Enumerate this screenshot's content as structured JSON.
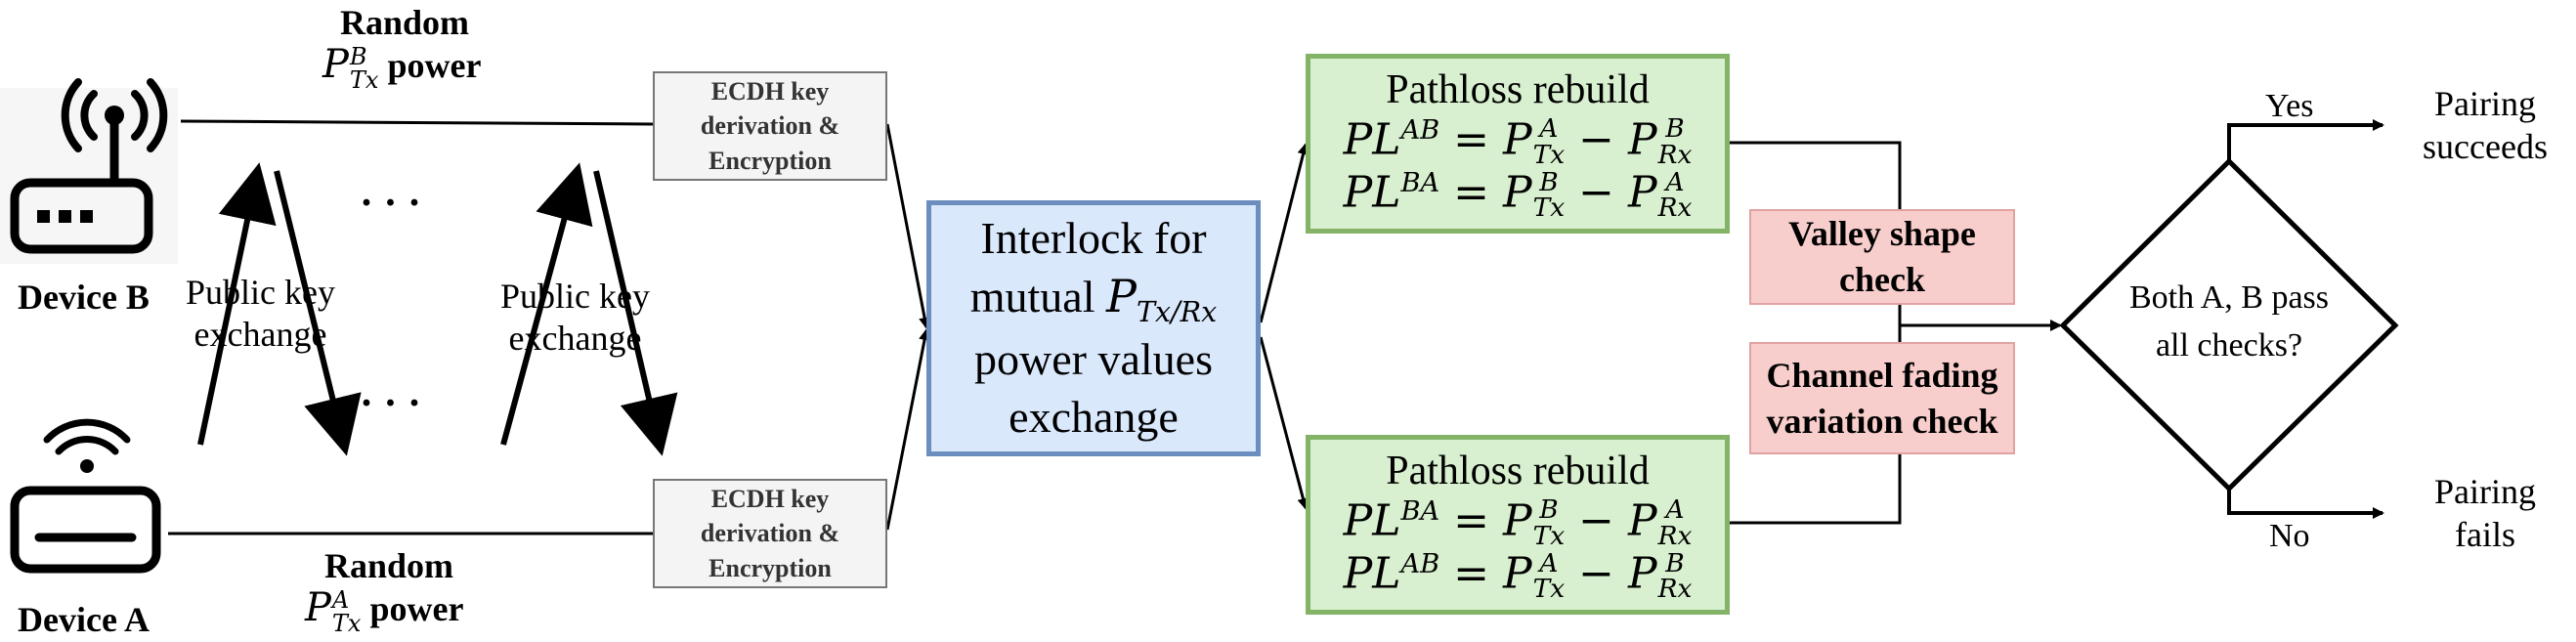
{
  "device_b": {
    "label": "Device B"
  },
  "device_a": {
    "label": "Device A"
  },
  "top_random": {
    "line1": "Random",
    "math_base": "P",
    "math_sup": "B",
    "math_sub": "Tx",
    "suffix": " power"
  },
  "bottom_random": {
    "line1": "Random",
    "math_base": "P",
    "math_sup": "A",
    "math_sub": "Tx",
    "suffix": " power"
  },
  "key_exchange": {
    "left_label": [
      "Public key",
      "exchange"
    ],
    "right_label": [
      "Public key",
      "exchange"
    ],
    "ellipsis": "· · ·"
  },
  "ecdh_top": {
    "lines": [
      "ECDH key",
      "derivation &",
      "Encryption"
    ]
  },
  "ecdh_bottom": {
    "lines": [
      "ECDH key",
      "derivation &",
      "Encryption"
    ]
  },
  "interlock": {
    "line1": "Interlock for",
    "line2_prefix": "mutual ",
    "line2_base": "P",
    "line2_sub": "Tx/Rx",
    "line3": "power values",
    "line4": "exchange"
  },
  "pathloss_top": {
    "title": "Pathloss rebuild",
    "eq1": {
      "lhs": "PL",
      "lhs_sup": "AB",
      "p1_sup": "A",
      "p1_sub": "Tx",
      "p2_sup": "B",
      "p2_sub": "Rx"
    },
    "eq2": {
      "lhs": "PL",
      "lhs_sup": "BA",
      "p1_sup": "B",
      "p1_sub": "Tx",
      "p2_sup": "A",
      "p2_sub": "Rx"
    }
  },
  "pathloss_bottom": {
    "title": "Pathloss rebuild",
    "eq1": {
      "lhs": "PL",
      "lhs_sup": "BA",
      "p1_sup": "B",
      "p1_sub": "Tx",
      "p2_sup": "A",
      "p2_sub": "Rx"
    },
    "eq2": {
      "lhs": "PL",
      "lhs_sup": "AB",
      "p1_sup": "A",
      "p1_sub": "Tx",
      "p2_sup": "B",
      "p2_sub": "Rx"
    }
  },
  "valley_check": {
    "lines": [
      "Valley shape",
      "check"
    ]
  },
  "fading_check": {
    "lines": [
      "Channel fading",
      "variation check"
    ]
  },
  "decision": {
    "lines": [
      "Both A, B pass",
      "all checks?"
    ]
  },
  "yes_branch": {
    "label": "Yes",
    "result": [
      "Pairing",
      "succeeds"
    ]
  },
  "no_branch": {
    "label": "No",
    "result": [
      "Pairing",
      "fails"
    ]
  },
  "colors": {
    "green_fill": "#d8f0cf",
    "green_border": "#82b366",
    "blue_fill": "#dae8fc",
    "blue_border": "#6c8ebf",
    "red_fill": "#f8cecc",
    "ecdh_fill": "#f4f4f4"
  }
}
